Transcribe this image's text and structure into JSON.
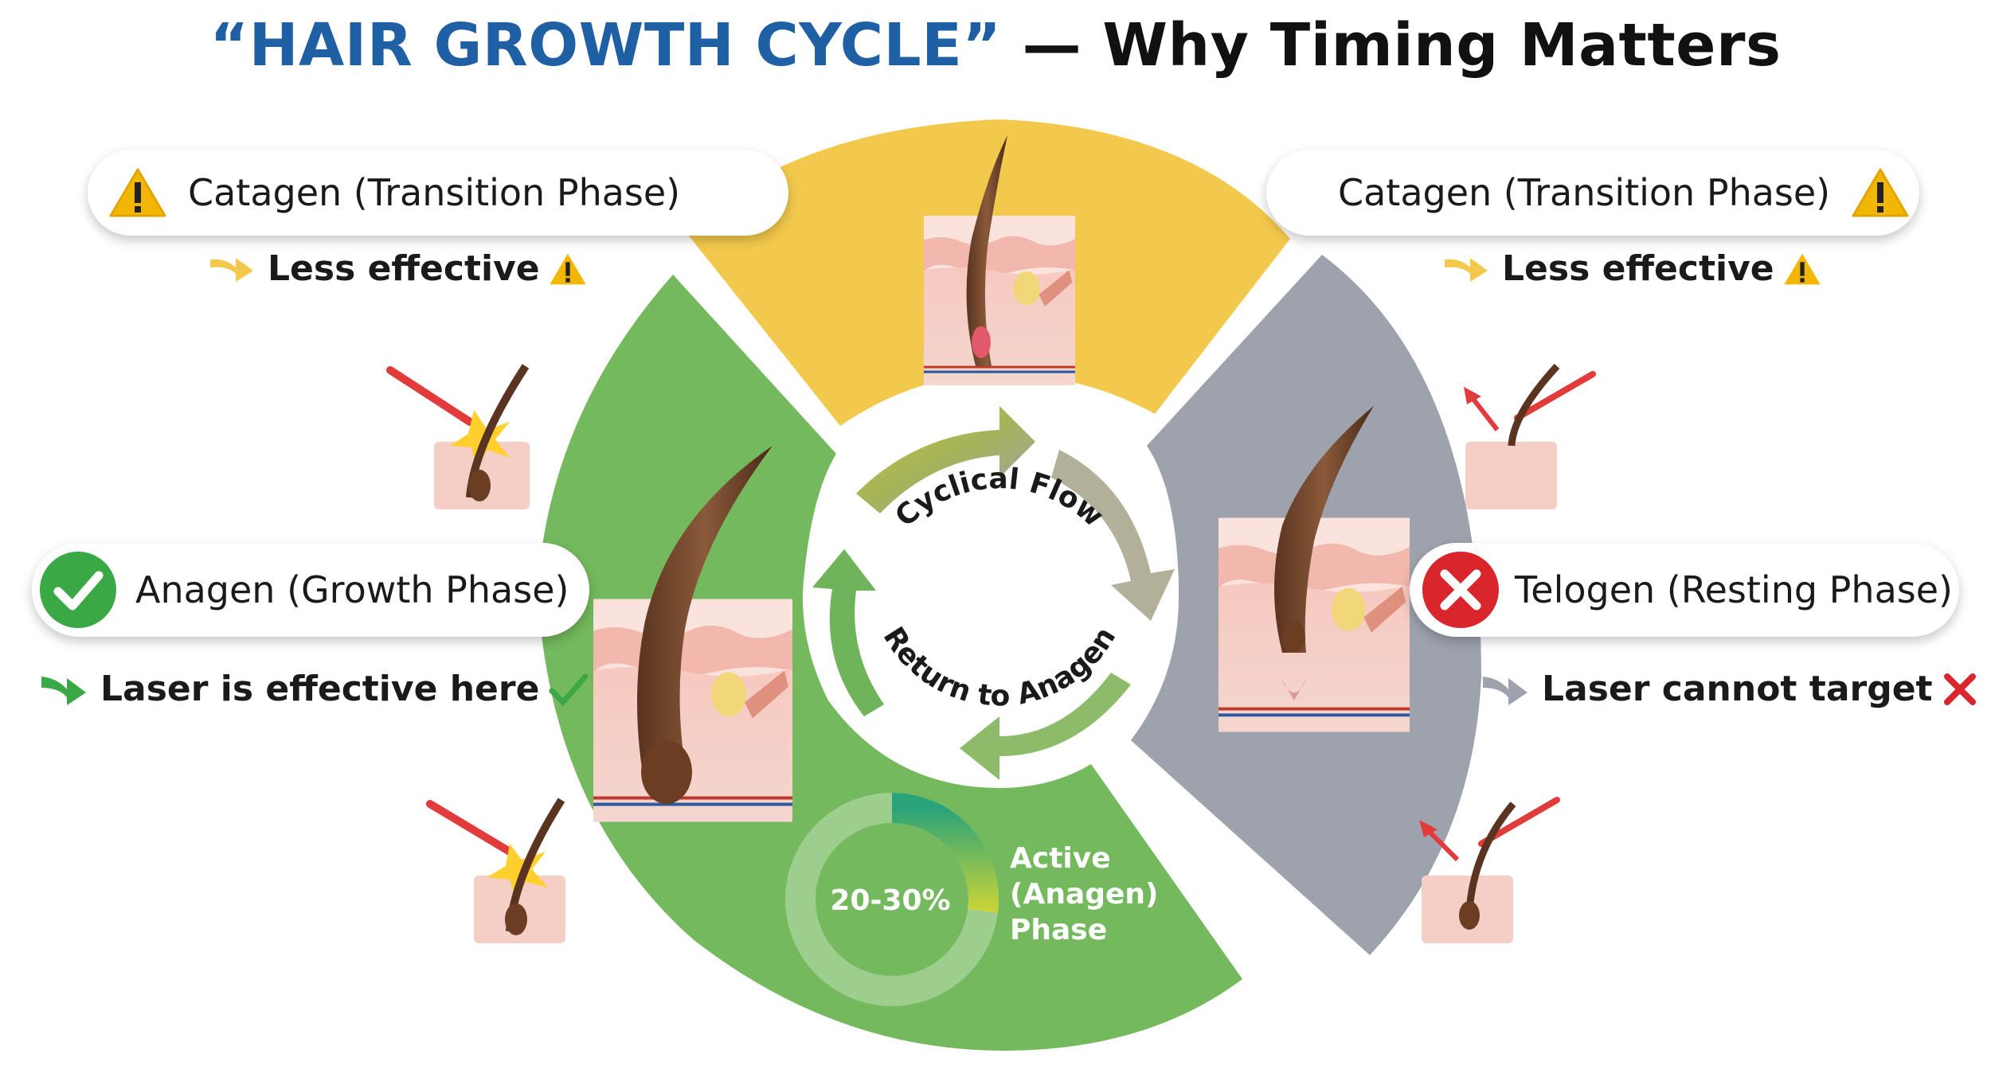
{
  "title": {
    "quoted": "“HAIR GROWTH CYCLE”",
    "rest": " — Why Timing Matters"
  },
  "phases": {
    "catagen_left": {
      "label": "Catagen (Transition Phase)",
      "note": "Less effective",
      "icon": "warning-icon"
    },
    "catagen_right": {
      "label": "Catagen (Transition Phase)",
      "note": "Less effective",
      "icon": "warning-icon"
    },
    "anagen": {
      "label": "Anagen (Growth Phase)",
      "note": "Laser is effective here",
      "icon": "check-icon"
    },
    "telogen": {
      "label": "Telogen (Resting Phase)",
      "note": "Laser cannot target",
      "icon": "cross-icon"
    }
  },
  "center": {
    "top_label": "Cyclical Flow",
    "bottom_label": "Return to Anagen"
  },
  "stat": {
    "value": "20-30%",
    "fraction": 0.27,
    "line1": "Active",
    "line2": "(Anagen)",
    "line3": "Phase"
  },
  "colors": {
    "anagen": "#74b95d",
    "catagen": "#f2c94c",
    "telogen": "#9ea2ad",
    "title_blue": "#1f5fa3",
    "warning": "#f2b705",
    "check": "#3aa845",
    "cross": "#d9262c"
  }
}
